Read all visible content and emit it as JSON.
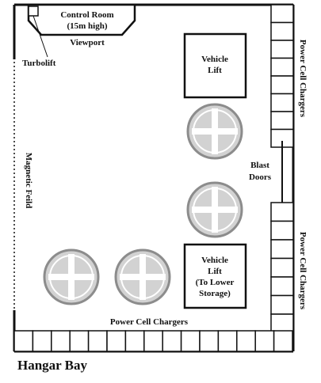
{
  "title": "Hangar Bay",
  "labels": {
    "control_room_line1": "Control Room",
    "control_room_line2": "(15m high)",
    "viewport": "Viewport",
    "turbolift": "Turbolift",
    "magnetic_field": "Magnetic Feild",
    "vehicle_lift_1_line1": "Vehicle",
    "vehicle_lift_1_line2": "Lift",
    "vehicle_lift_2_line1": "Vehicle",
    "vehicle_lift_2_line2": "Lift",
    "vehicle_lift_2_line3": "(To Lower",
    "vehicle_lift_2_line4": "Storage)",
    "blast_doors_line1": "Blast",
    "blast_doors_line2": "Doors",
    "power_cell_chargers_top": "Power Cell Chargers",
    "power_cell_chargers_right": "Power Cell Chargers",
    "power_cell_chargers_bottom": "Power Cell Chargers"
  },
  "colors": {
    "wall": "#111111",
    "pad_fill": "#d2d2d2",
    "pad_stroke": "#8c8c8c",
    "pad_cross": "#ffffff"
  }
}
